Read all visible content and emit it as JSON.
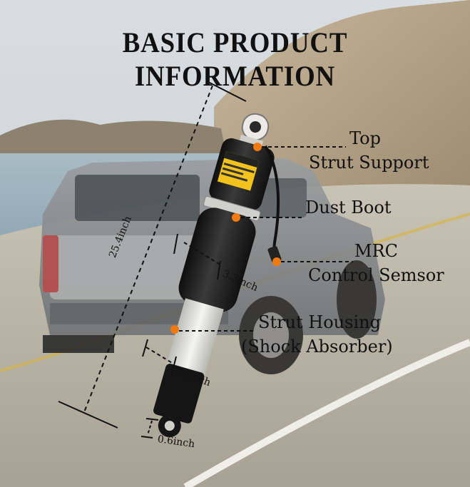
{
  "title": "BASIC PRODUCT INFORMATION",
  "labels": {
    "top_line1": "Top",
    "top_line2": "Strut Support",
    "dust_boot": "Dust Boot",
    "mrc_line1": "MRC",
    "mrc_line2": "Control Semsor",
    "housing_line1": "Strut Housing",
    "housing_line2": "(Shock Absorber)"
  },
  "dimensions": {
    "overall": "25.4inch",
    "boot_diameter": "3.3inch",
    "housing_diameter": "2.3inch",
    "eye_width": "0.6inch"
  },
  "colors": {
    "marker": "#f07a10",
    "sky": "#c9d1d6",
    "road": "#b8b2a6",
    "vehicle": "#8a8d90",
    "boot": "#1b1b1b",
    "housing": "#dcdcd8"
  }
}
